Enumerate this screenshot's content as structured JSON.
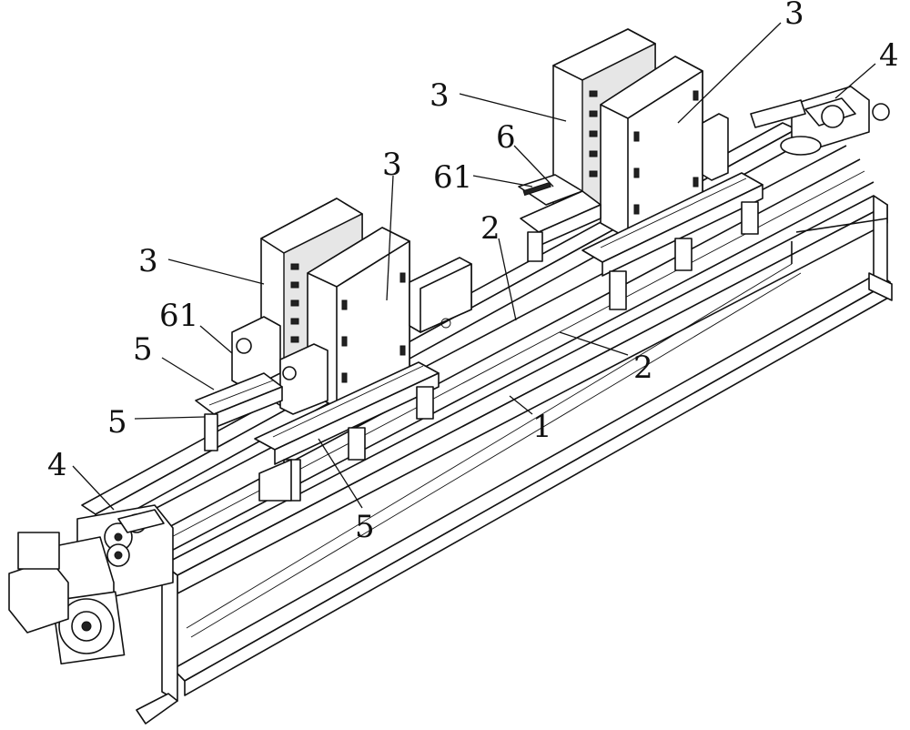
{
  "labels": {
    "l3_top_right": "3",
    "l4_right": "4",
    "l3_upper": "3",
    "l6": "6",
    "l61_right": "61",
    "l3_mid": "3",
    "l2_upper": "2",
    "l3_left": "3",
    "l61_left": "61",
    "l5_a": "5",
    "l2_lower": "2",
    "l5_b": "5",
    "l1": "1",
    "l4_left": "4",
    "l5_c": "5"
  }
}
